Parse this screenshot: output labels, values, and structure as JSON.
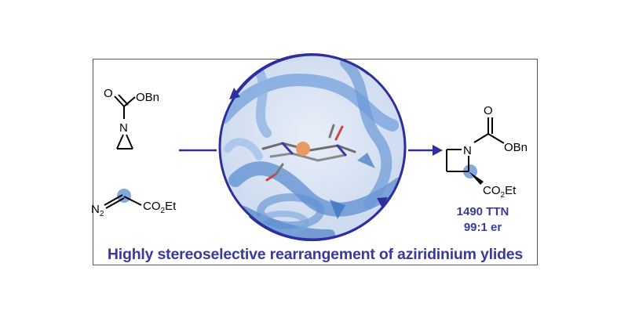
{
  "caption": "Highly stereoselective rearrangement of aziridinium ylides",
  "reactant_top": {
    "carbonyl_O": "O",
    "ester_group": "OBn",
    "ring_N": "N"
  },
  "reactant_bottom": {
    "diazo_label": "N",
    "diazo_subscript": "2",
    "ester_label": "CO",
    "ester_subscript": "2",
    "ester_suffix": "Et"
  },
  "product": {
    "carbonyl_O": "O",
    "ring_N": "N",
    "ester_group": "OBn",
    "ester_label": "CO",
    "ester_subscript": "2",
    "ester_suffix": "Et"
  },
  "stats": {
    "ttn": "1490 TTN",
    "er": "99:1 er"
  },
  "colors": {
    "accent": "#2e2e9e",
    "text_blue": "#3a3a9c",
    "protein": "#6d9bd8",
    "heme_highlight": "#5b8fd6"
  }
}
